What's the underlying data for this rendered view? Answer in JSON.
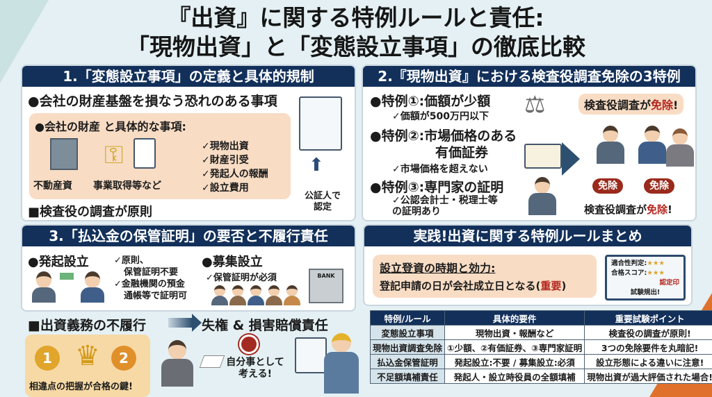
{
  "title": {
    "line1": "『出資』に関する特例ルールと責任:",
    "line2": "「現物出資」と「変態設立事項」の徹底比較"
  },
  "section1": {
    "header": "1.「変態設立事項」の定義と具体的規制",
    "lead": "●会社の財産基盤を損なう恐れのある事項",
    "box_title": "●会社の財産 と具体的な事項:",
    "icon_labels": [
      "不動産資",
      "事業取得等など"
    ],
    "checks": [
      "✓現物出資",
      "✓財産引受",
      "✓発起人の報酬",
      "✓設立費用"
    ],
    "notary": "公証人で認定",
    "principle": "■検査役の調査が原則"
  },
  "section2": {
    "header": "2.『現物出資』における検査役調査免除の3特例",
    "cases": [
      {
        "title": "●特例①:価額が少額",
        "detail": "✓価額が500万円以下"
      },
      {
        "title": "●特例②:市場価格のある",
        "title2": "有価証券",
        "detail": "✓市場価格を超えない"
      },
      {
        "title": "●特例③:専門家の証明",
        "detail": "✓公認会計士・税理士等",
        "detail2": "の証明あり"
      }
    ],
    "exempt_top_prefix": "検査役調査が",
    "exempt_word": "免除",
    "exempt_suffix": "!",
    "badges": [
      "免除",
      "免除"
    ],
    "exempt_bottom_prefix": "検査役調査が"
  },
  "section3": {
    "header": "3.「払込金の保管証明」の要否と不履行責任",
    "hokki": {
      "title": "●発起設立",
      "checks": [
        "✓原則、",
        "保管証明不要",
        "✓金融機関の預金",
        "通帳等で証明可"
      ]
    },
    "boshu": {
      "title": "●募集設立",
      "check": "✓保管証明が必須",
      "bank": "BANK"
    },
    "failure": "■出資義務の不履行",
    "consequence": "失権 & 損害賠償責任",
    "medal_caption": "相違点の把握が合格の鍵!",
    "medals": [
      "1",
      "2"
    ],
    "think": "自分事として考える!"
  },
  "section4": {
    "header": "実践!出資に関する特例ルールまとめ",
    "timing_title": "設立登資の時期と効力:",
    "timing_text": "登記申請の日が会社成立日となる(",
    "timing_important": "重要",
    "timing_close": ")",
    "cert": {
      "row1": "適合性判定:",
      "row2": "合格スコア:",
      "stars": "★★★",
      "seal": "認定印",
      "caption": "試験規出!"
    },
    "table": {
      "headers": [
        "特例/ルール",
        "具体的要件",
        "重要試験ポイント"
      ],
      "rows": [
        [
          "変態設立事項",
          "現物出資・報酬など",
          "検査役の調査が原則!"
        ],
        [
          "現物出資調査免除",
          "①少額、②有価証券、③専門家証明",
          "3つの免除要件を丸暗記!"
        ],
        [
          "払込金保管証明",
          "発起設立:不要 / 募集設立:必須",
          "設立形態による違いに注意!"
        ],
        [
          "不足額填補責任",
          "発起人・設立時役員の全額填補",
          "現物出資が過大評価された場合!"
        ]
      ]
    }
  },
  "colors": {
    "navy": "#12305a",
    "peach": "#f8dcc4",
    "red": "#b3261e",
    "orange": "#e0712c"
  }
}
